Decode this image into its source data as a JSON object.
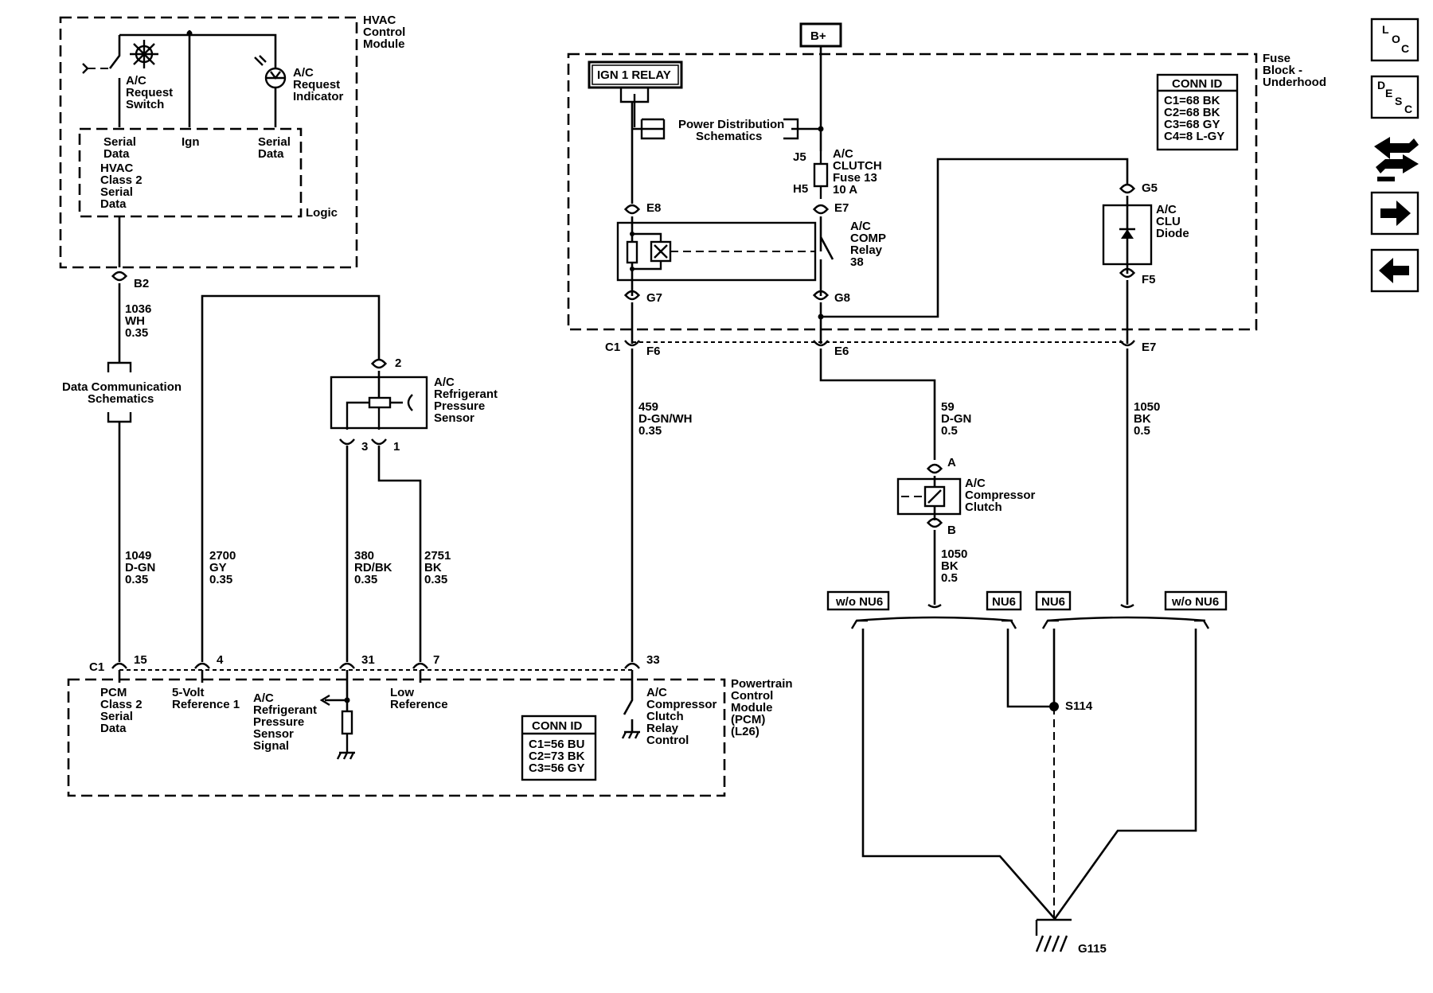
{
  "hvac": {
    "module_label": [
      "HVAC",
      "Control",
      "Module"
    ],
    "switch_label": [
      "A/C",
      "Request",
      "Switch"
    ],
    "indicator_label": [
      "A/C",
      "Request",
      "Indicator"
    ],
    "serial_data_1": [
      "Serial",
      "Data"
    ],
    "ign": "Ign",
    "serial_data_2": [
      "Serial",
      "Data"
    ],
    "class2_label": [
      "HVAC",
      "Class 2",
      "Serial",
      "Data"
    ],
    "logic": "Logic",
    "pin_b2": "B2"
  },
  "wires": {
    "w1036": [
      "1036",
      "WH",
      "0.35"
    ],
    "w1049": [
      "1049",
      "D-GN",
      "0.35"
    ],
    "w2700": [
      "2700",
      "GY",
      "0.35"
    ],
    "w380": [
      "380",
      "RD/BK",
      "0.35"
    ],
    "w2751": [
      "2751",
      "BK",
      "0.35"
    ],
    "w459": [
      "459",
      "D-GN/WH",
      "0.35"
    ],
    "w59": [
      "59",
      "D-GN",
      "0.5"
    ],
    "w1050a": [
      "1050",
      "BK",
      "0.5"
    ],
    "w1050b": [
      "1050",
      "BK",
      "0.5"
    ]
  },
  "data_comm": [
    "Data Communication",
    "Schematics"
  ],
  "sensor": {
    "label": [
      "A/C",
      "Refrigerant",
      "Pressure",
      "Sensor"
    ],
    "pin2": "2",
    "pin3": "3",
    "pin1": "1"
  },
  "pcm": {
    "c1": "C1",
    "p15": "15",
    "p4": "4",
    "p31": "31",
    "p7": "7",
    "p33": "33",
    "class2": [
      "PCM",
      "Class 2",
      "Serial",
      "Data"
    ],
    "ref5v": [
      "5-Volt",
      "Reference 1"
    ],
    "sensor_signal": [
      "A/C",
      "Refrigerant",
      "Pressure",
      "Sensor",
      "Signal"
    ],
    "low_ref": [
      "Low",
      "Reference"
    ],
    "clutch_ctrl": [
      "A/C",
      "Compressor",
      "Clutch",
      "Relay",
      "Control"
    ],
    "module_label": [
      "Powertrain",
      "Control",
      "Module",
      "(PCM)",
      "(L26)"
    ],
    "conn_title": "CONN ID",
    "conn_rows": [
      "C1=56 BU",
      "C2=73 BK",
      "C3=56 GY"
    ]
  },
  "fuse_block": {
    "label": [
      "Fuse",
      "Block -",
      "Underhood"
    ],
    "bplus": "B+",
    "ign_relay": "IGN 1 RELAY",
    "power_dist": [
      "Power Distribution",
      "Schematics"
    ],
    "j5": "J5",
    "h5": "H5",
    "fuse_label": [
      "A/C",
      "CLUTCH",
      "Fuse 13",
      "10 A"
    ],
    "e8": "E8",
    "e7": "E7",
    "relay_label": [
      "A/C",
      "COMP",
      "Relay",
      "38"
    ],
    "g7": "G7",
    "g8": "G8",
    "g5": "G5",
    "f5": "F5",
    "diode_label": [
      "A/C",
      "CLU",
      "Diode"
    ],
    "conn_title": "CONN ID",
    "conn_rows": [
      "C1=68 BK",
      "C2=68 BK",
      "C3=68 GY",
      "C4=8 L-GY"
    ],
    "c1": "C1",
    "f6": "F6",
    "e6": "E6",
    "e7b": "E7"
  },
  "clutch": {
    "label": [
      "A/C",
      "Compressor",
      "Clutch"
    ],
    "pin_a": "A",
    "pin_b": "B"
  },
  "ground": {
    "wo_nu6_left": "w/o NU6",
    "nu6_left": "NU6",
    "nu6_right": "NU6",
    "wo_nu6_right": "w/o NU6",
    "splice": "S114",
    "ground": "G115"
  },
  "nav": {
    "loc": [
      "L",
      "O",
      "C"
    ],
    "desc": [
      "D",
      "E",
      "S",
      "C"
    ],
    "connector_icon": "connector-end-view-icon",
    "next_icon": "arrow-right-icon",
    "prev_icon": "arrow-left-icon"
  }
}
